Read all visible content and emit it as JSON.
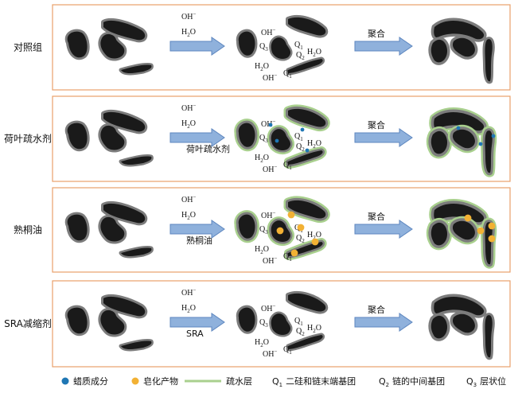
{
  "rows": [
    {
      "label": "对照组",
      "reagent_top": "OH",
      "reagent_sup": "−",
      "reagent_bottom": "H",
      "reagent_sub": "2",
      "reagent_bottom_tail": "O",
      "additive_label": "",
      "step2_label": "聚合",
      "coating": "none",
      "particles": "none"
    },
    {
      "label": "荷叶疏水剂",
      "reagent_top": "OH",
      "reagent_sup": "−",
      "reagent_bottom": "H",
      "reagent_sub": "2",
      "reagent_bottom_tail": "O",
      "additive_label": "荷叶疏水剂",
      "step2_label": "聚合",
      "coating": "hydrophobic",
      "particles": "wax"
    },
    {
      "label": "熟桐油",
      "reagent_top": "OH",
      "reagent_sup": "−",
      "reagent_bottom": "H",
      "reagent_sub": "2",
      "reagent_bottom_tail": "O",
      "additive_label": "熟桐油",
      "step2_label": "聚合",
      "coating": "hydrophobic",
      "particles": "soap"
    },
    {
      "label": "SRA减缩剂",
      "reagent_top": "OH",
      "reagent_sup": "−",
      "reagent_bottom": "H",
      "reagent_sub": "2",
      "reagent_bottom_tail": "O",
      "additive_label": "SRA",
      "step2_label": "聚合",
      "coating": "none",
      "particles": "none"
    }
  ],
  "species": {
    "q1": "Q",
    "q1_sub": "1",
    "q2": "Q",
    "q2_sub": "2",
    "q3": "Q",
    "q3_sub": "3",
    "oh": "OH",
    "oh_sup": "−",
    "h2o_h": "H",
    "h2o_sub": "2",
    "h2o_o": "O"
  },
  "legend": {
    "wax": "蜡质成分",
    "soap": "皂化产物",
    "hydrophobic_layer": "疏水层",
    "q1_letter": "Q",
    "q1_sub": "1",
    "q1_desc": "二硅和链末端基团",
    "q2_letter": "Q",
    "q2_sub": "2",
    "q2_desc": "链的中间基团",
    "q3_letter": "Q",
    "q3_sub": "3",
    "q3_desc": "层状位"
  },
  "colors": {
    "frame": "#e8a06a",
    "arrow_fill": "#8fb1dc",
    "arrow_stroke": "#5d86bf",
    "shell": "#7c7c7c",
    "core": "#1a1a1a",
    "hydrophobic_layer": "#a9d08e",
    "wax": "#1f77b4",
    "soap": "#f2b134"
  }
}
